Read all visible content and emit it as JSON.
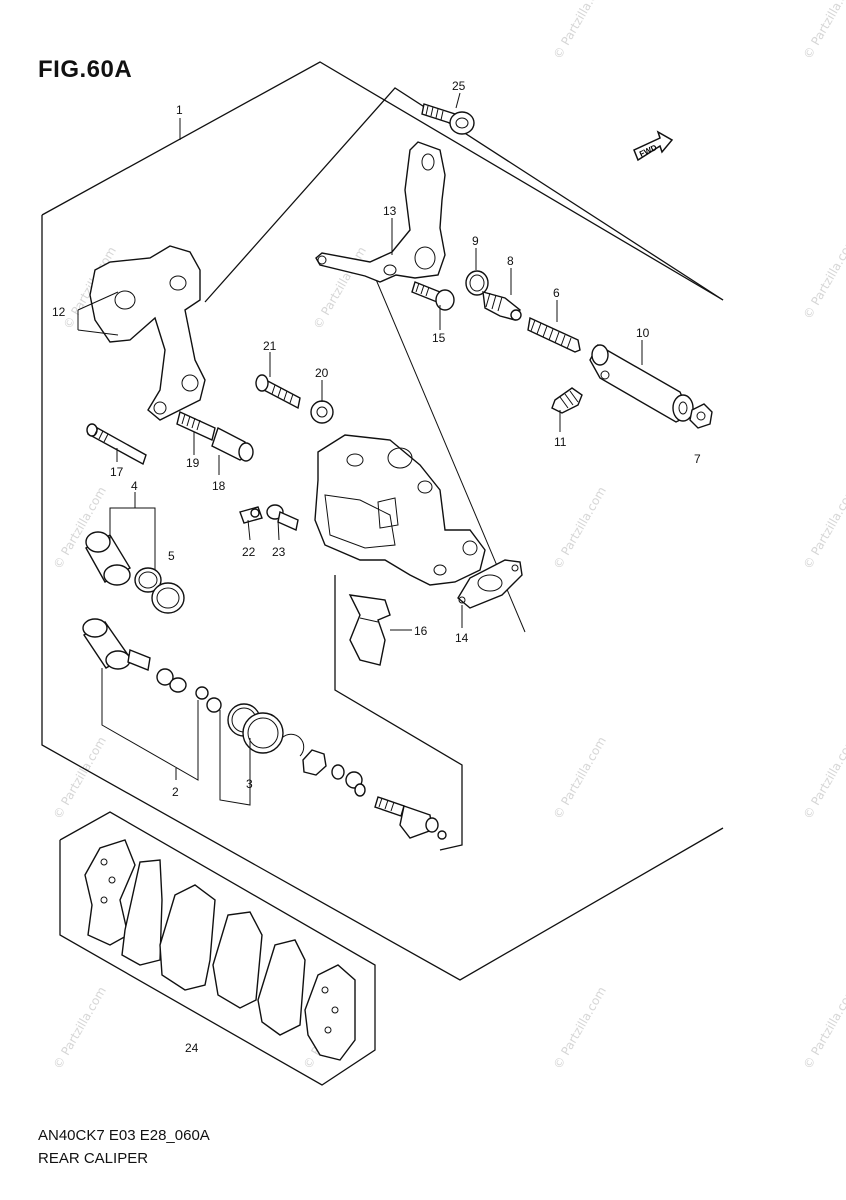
{
  "figure": {
    "title": "FIG.60A",
    "code": "AN40CK7 E03 E28_060A",
    "name": "REAR CALIPER",
    "direction_badge": "FWD",
    "watermark": "© Partzilla.com"
  },
  "callouts": {
    "c1": "1",
    "c2": "2",
    "c3": "3",
    "c4": "4",
    "c5": "5",
    "c6": "6",
    "c7": "7",
    "c8": "8",
    "c9": "9",
    "c10": "10",
    "c11": "11",
    "c12": "12",
    "c13": "13",
    "c14": "14",
    "c15": "15",
    "c16": "16",
    "c17": "17",
    "c18": "18",
    "c19": "19",
    "c20": "20",
    "c21": "21",
    "c22": "22",
    "c23": "23",
    "c24": "24",
    "c25": "25"
  }
}
